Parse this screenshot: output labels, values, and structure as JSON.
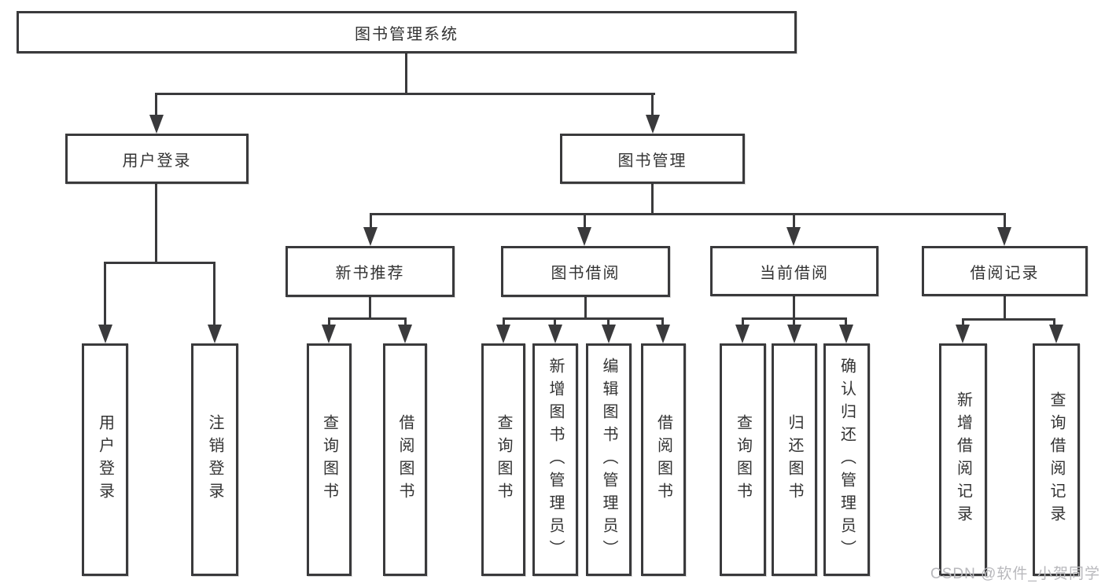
{
  "colors": {
    "background": "#ffffff",
    "line": "#3a3a3c",
    "text": "#333333",
    "watermark": "#b8b8bc"
  },
  "watermark": {
    "text": "CSDN @软件_小贺同学"
  },
  "tree": {
    "root": {
      "label": "图书管理系统",
      "children": [
        {
          "label": "用户登录",
          "children": [
            {
              "label": "用户登录"
            },
            {
              "label": "注销登录"
            }
          ]
        },
        {
          "label": "图书管理",
          "children": [
            {
              "label": "新书推荐",
              "children": [
                {
                  "label": "查询图书"
                },
                {
                  "label": "借阅图书"
                }
              ]
            },
            {
              "label": "图书借阅",
              "children": [
                {
                  "label": "查询图书"
                },
                {
                  "label": "新增图书（管理员）"
                },
                {
                  "label": "编辑图书（管理员）"
                },
                {
                  "label": "借阅图书"
                }
              ]
            },
            {
              "label": "当前借阅",
              "children": [
                {
                  "label": "查询图书"
                },
                {
                  "label": "归还图书"
                },
                {
                  "label": "确认归还（管理员）"
                }
              ]
            },
            {
              "label": "借阅记录",
              "children": [
                {
                  "label": "新增借阅记录"
                },
                {
                  "label": "查询借阅记录"
                }
              ]
            }
          ]
        }
      ]
    }
  }
}
